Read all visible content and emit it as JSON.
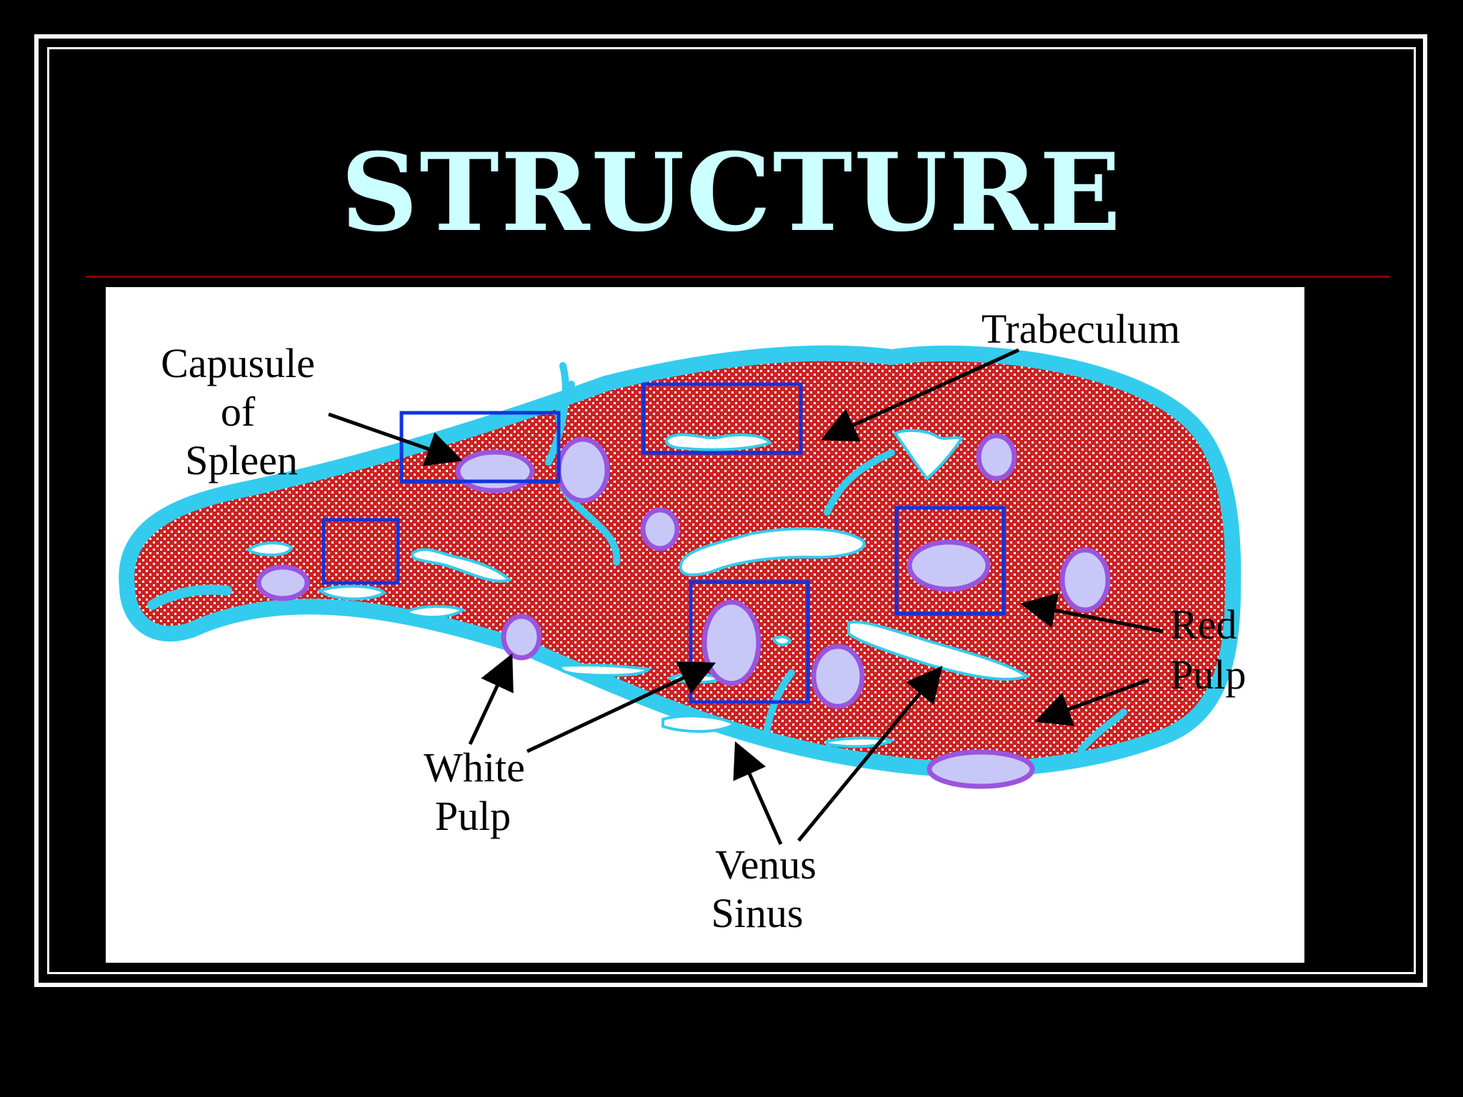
{
  "slide": {
    "title": "STRUCTURE"
  },
  "colors": {
    "background": "#000000",
    "frame": "#ffffff",
    "title": "#ccffff",
    "title_rule": "#8b0000",
    "red_pulp": "#cc2222",
    "capsule": "#33ccee",
    "white_pulp_fill": "#c8c8f8",
    "white_pulp_ring": "#9955dd",
    "sinus_fill": "#ffffff",
    "highlight_box": "#1133dd",
    "arrow": "#000000"
  },
  "diagram": {
    "labels": {
      "capsule_line1": "Capusule",
      "capsule_line2": "of",
      "capsule_line3": "Spleen",
      "trabeculum": "Trabeculum",
      "red_pulp_line1": "Red",
      "red_pulp_line2": "Pulp",
      "white_pulp_line1": "White",
      "white_pulp_line2": "Pulp",
      "venus_sinus_line1": "Venus",
      "venus_sinus_line2": "Sinus"
    }
  }
}
